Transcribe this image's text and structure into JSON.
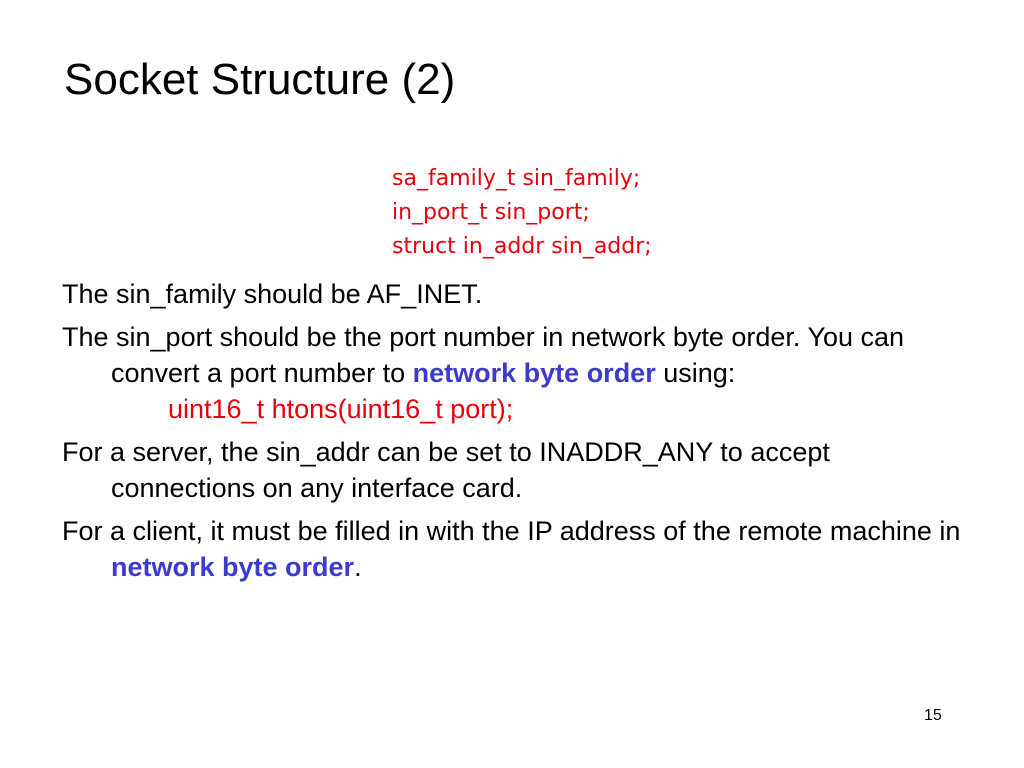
{
  "slide": {
    "title": "Socket Structure (2)",
    "code_lines": [
      "sa_family_t sin_family;",
      "in_port_t sin_port;",
      "struct in_addr sin_addr;"
    ],
    "bullets": {
      "family": "The sin_family should be AF_INET.",
      "port": {
        "text_before": "The sin_port should be the port number in network byte order. You can convert a port number to ",
        "emphasis": "network byte order",
        "text_after": " using:",
        "code": "uint16_t htons(uint16_t port);"
      },
      "server": "For a server, the sin_addr can be set to INADDR_ANY to accept connections on any interface card.",
      "client": {
        "text_before": "For a client, it must be filled in with the IP address of the remote machine in ",
        "emphasis": "network byte order",
        "text_after": "."
      }
    },
    "page_number": "15",
    "colors": {
      "code_red": "#e8000b",
      "emphasis_blue": "#3c3ccc",
      "text": "#000000",
      "background": "#ffffff"
    }
  }
}
